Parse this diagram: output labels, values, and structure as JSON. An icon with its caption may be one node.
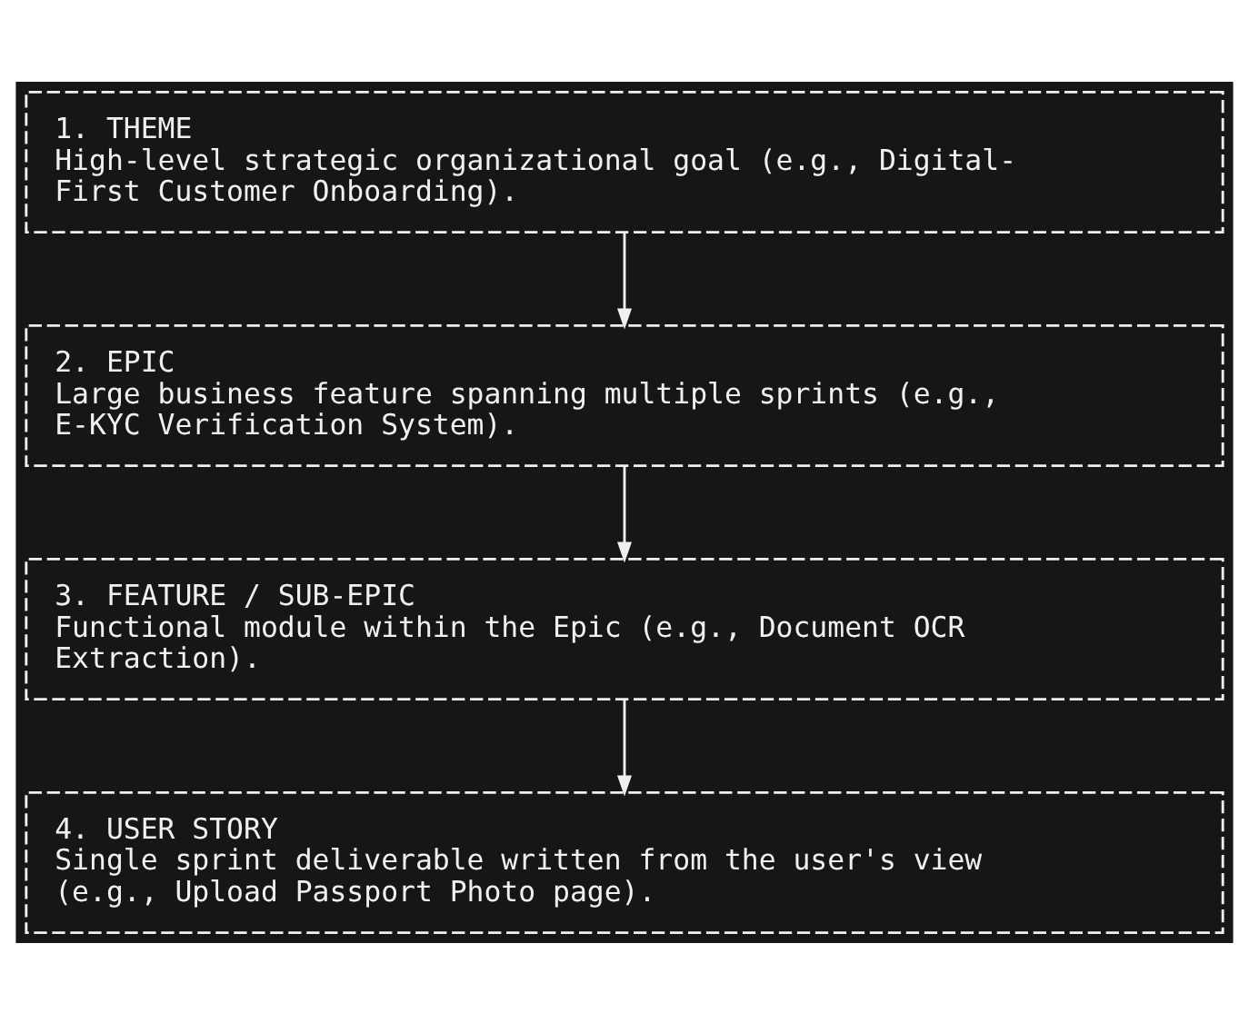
{
  "diagram": {
    "nodes": [
      {
        "text": [
          "1. THEME",
          "High-level strategic organizational goal (e.g., Digital- First Customer Onboarding)."
        ]
      },
      {
        "text": [
          "2. EPIC",
          "Large business feature spanning multiple sprints (e.g., E-KYC Verification System)."
        ]
      },
      {
        "text": [
          "3. FEATURE / SUB-EPIC",
          "Functional module within the Epic (e.g., Document OCR Extraction)."
        ]
      },
      {
        "text": [
          "4. USER STORY",
          "Single sprint deliverable written from the user's view (e.g., Upload Passport Photo page)."
        ]
      }
    ],
    "edges": [
      {
        "from": 0,
        "to": 1,
        "arrow": "to"
      },
      {
        "from": 1,
        "to": 2,
        "arrow": "to"
      },
      {
        "from": 2,
        "to": 3,
        "arrow": "to"
      }
    ]
  }
}
